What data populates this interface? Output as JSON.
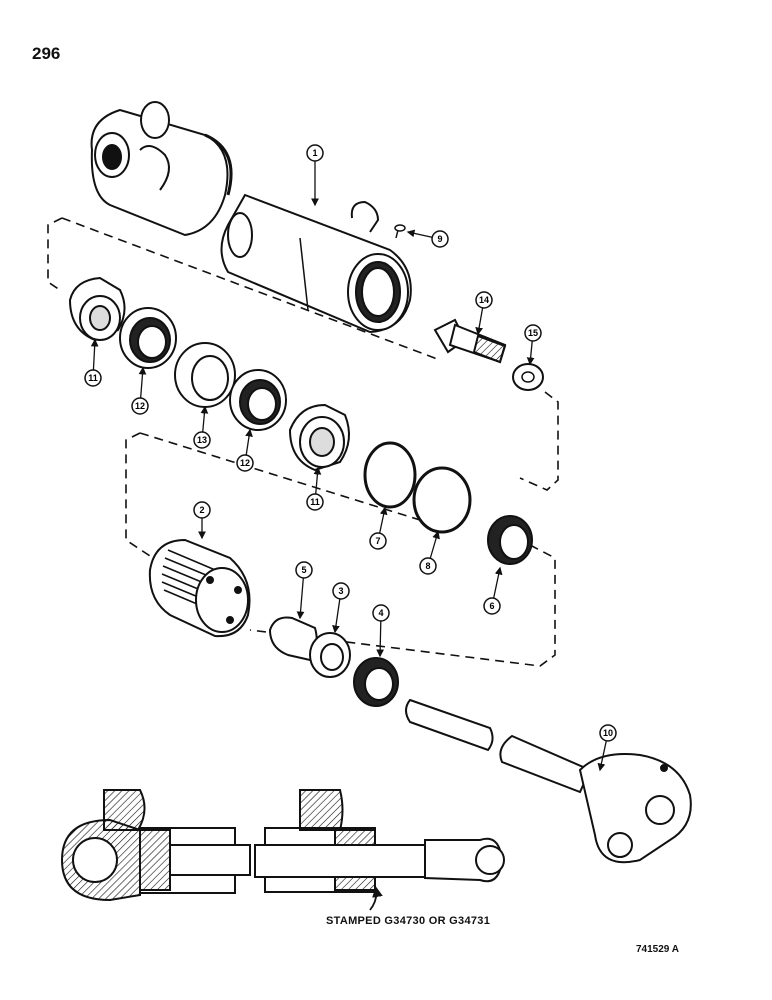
{
  "page": {
    "number": "296",
    "figure_id": "741529 A",
    "stamp_note": "STAMPED G34730 OR G34731"
  },
  "callouts": [
    "1",
    "2",
    "3",
    "4",
    "5",
    "6",
    "7",
    "8",
    "9",
    "10",
    "11",
    "12",
    "13",
    "12",
    "11",
    "14",
    "15"
  ],
  "colors": {
    "ink": "#111111",
    "paper": "#ffffff",
    "shade": "#d0d0d0"
  }
}
